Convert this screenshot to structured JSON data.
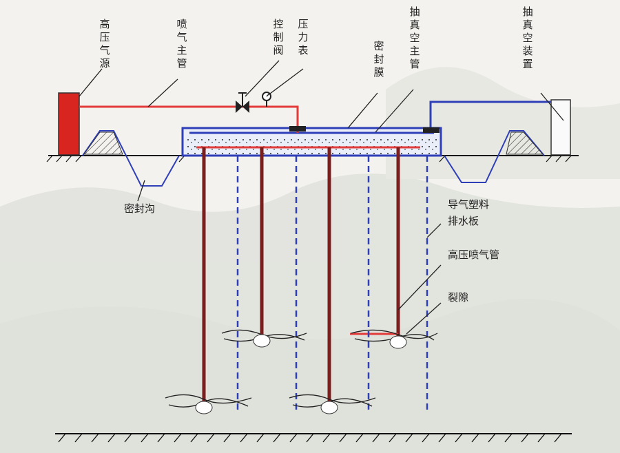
{
  "labels": {
    "gas_source": "高压气源",
    "gas_main": "喷气主管",
    "control_valve": "控制阀",
    "pressure_gauge": "压力表",
    "vacuum_main": "抽真空主管",
    "vacuum_device": "抽真空装置",
    "seal_membrane": "密封膜",
    "seal_trench": "密封沟",
    "drain_board": "导气塑料排水板",
    "jet_pipe": "高压喷气管",
    "crack": "裂隙"
  },
  "colors": {
    "gas_line": "#e33a3a",
    "vacuum_line": "#2f3fb8",
    "jet_pipe": "#7a1d1d",
    "gas_source": "#d8251f",
    "background": "#f3f2ee"
  }
}
